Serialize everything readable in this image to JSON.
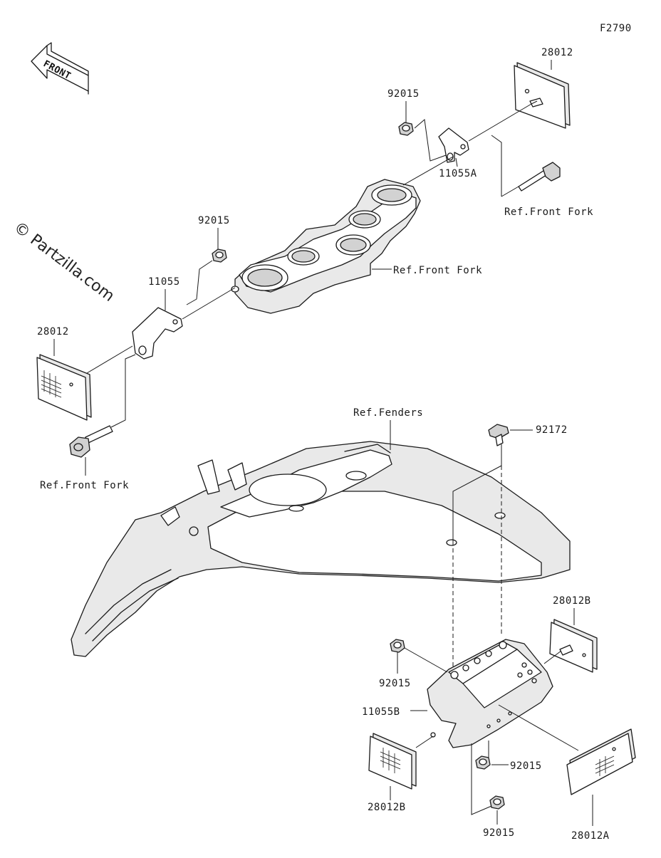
{
  "diagram_code": "F2790",
  "watermark": "© Partzilla.com",
  "front_arrow_label": "FRONT",
  "labels": {
    "top_reflector": "28012",
    "top_nut": "92015",
    "top_bracket": "11055A",
    "top_bolt_ref": "Ref.Front Fork",
    "left_nut": "92015",
    "left_bracket": "11055",
    "left_reflector": "28012",
    "left_bolt_ref": "Ref.Front Fork",
    "clamp_ref": "Ref.Front Fork",
    "fender_ref": "Ref.Fenders",
    "screw": "92172",
    "rear_reflector_right": "28012B",
    "rear_nut_left": "92015",
    "rear_bracket": "11055B",
    "rear_reflector_left": "28012B",
    "rear_nut_lower": "92015",
    "rear_nut_bottom": "92015",
    "rear_reflector_side": "28012A"
  }
}
